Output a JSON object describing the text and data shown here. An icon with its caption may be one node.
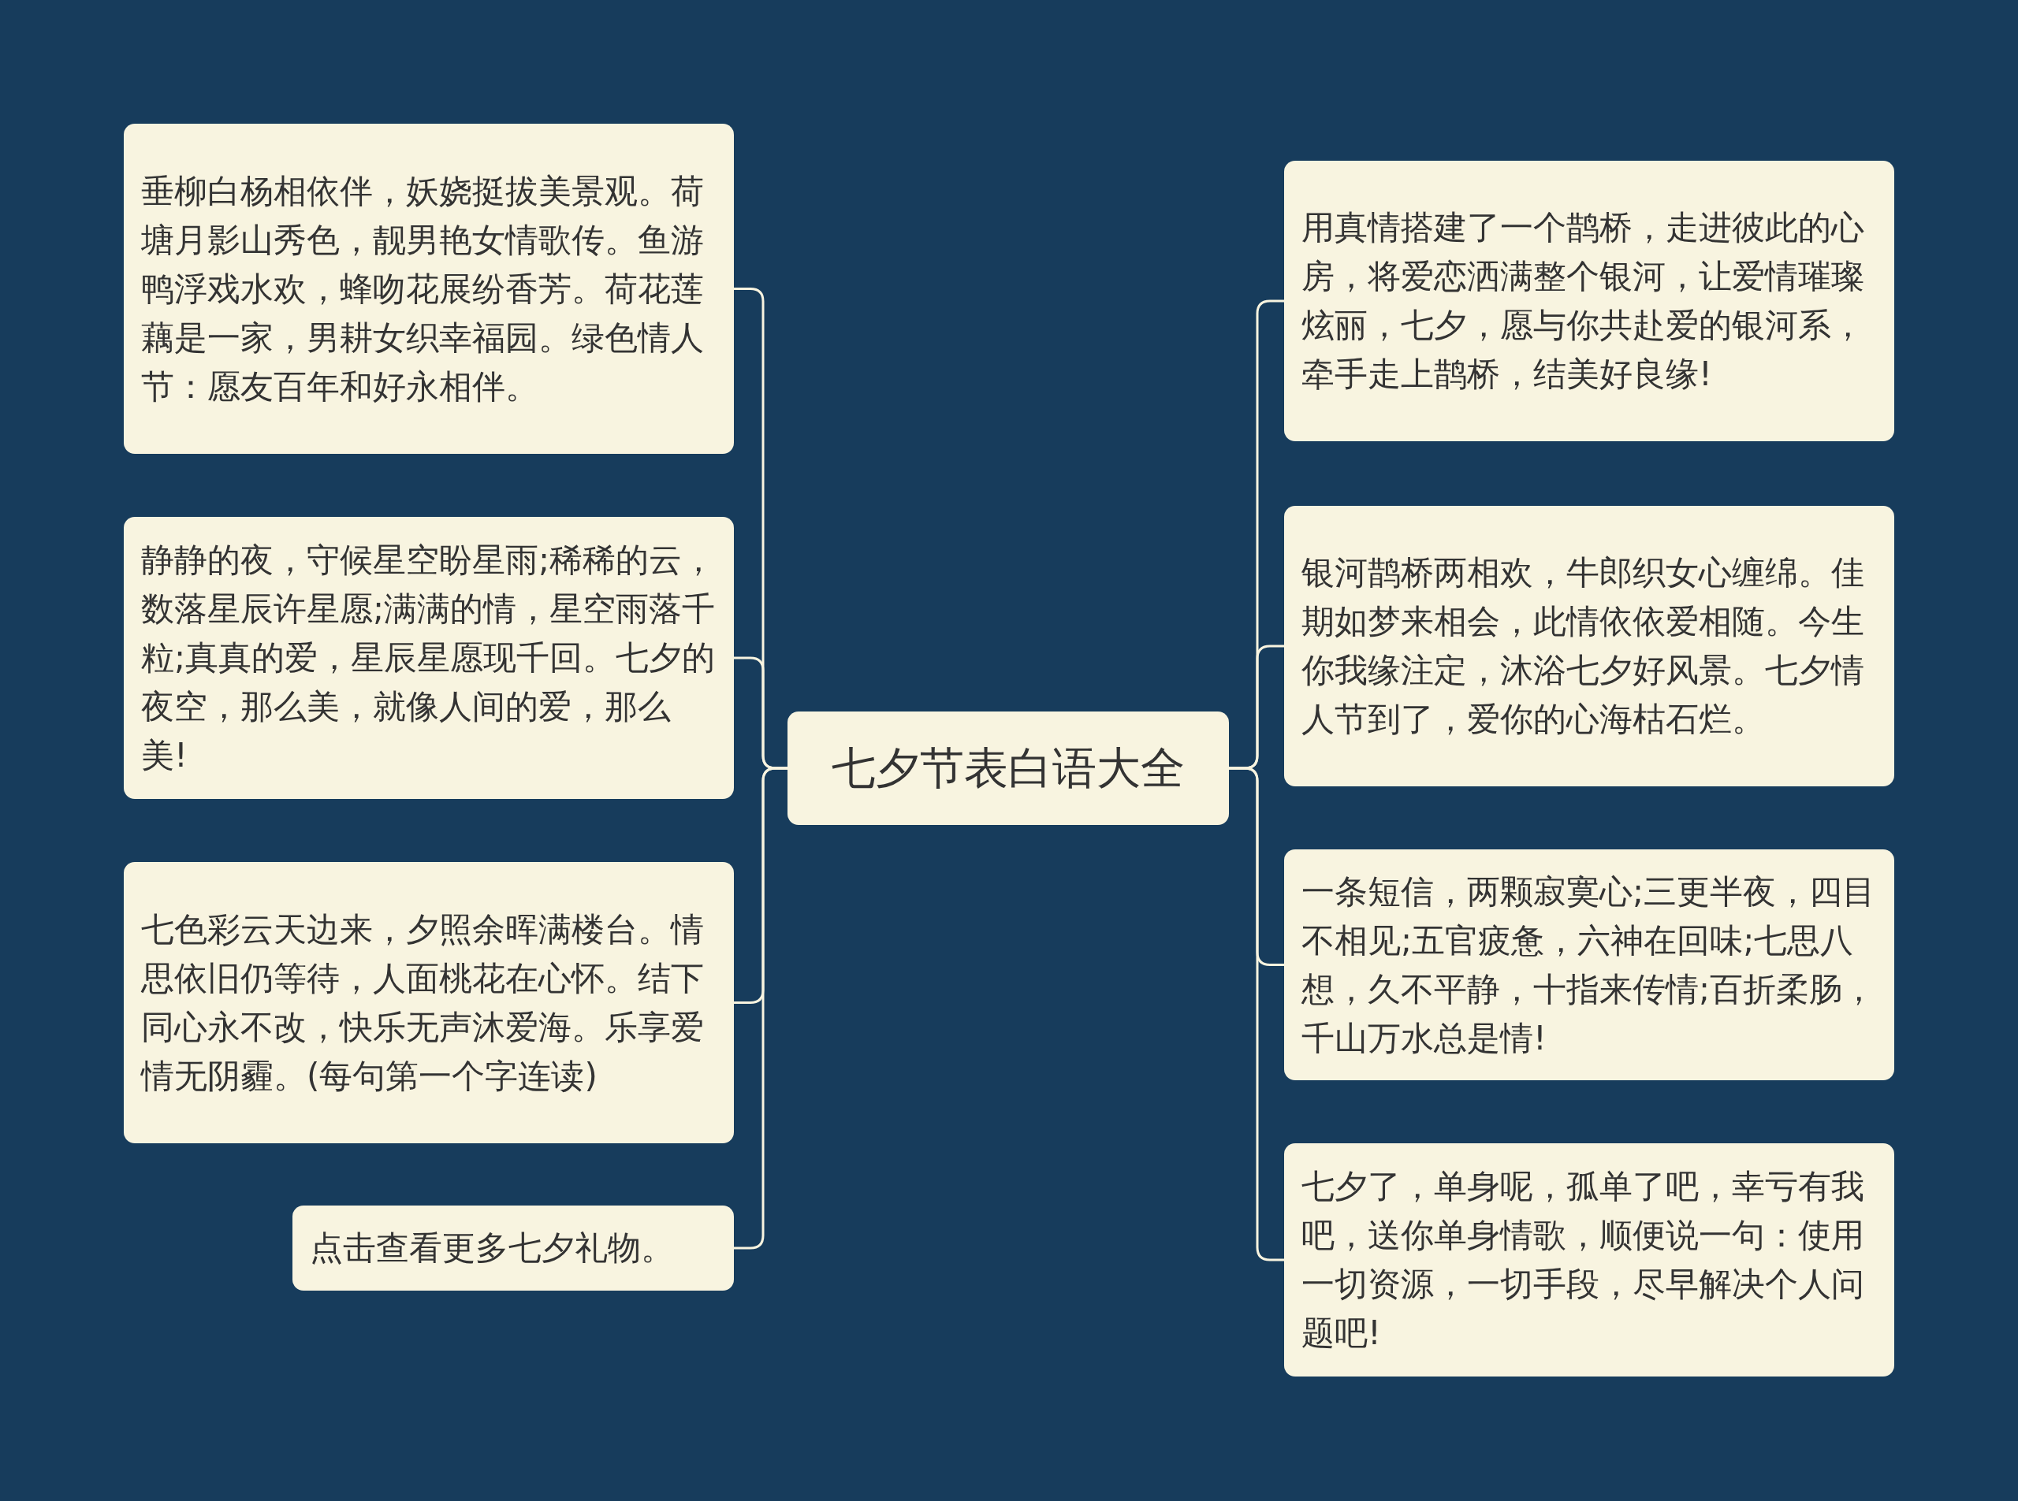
{
  "diagram": {
    "nodes": [
      {
        "text": [
          "七夕节表白语大全"
        ]
      },
      {
        "text": [
          "垂柳白杨相依伴，妖娆挺拔美景观。荷塘月影山秀色，靓男艳女情歌传。鱼游鸭浮戏水欢，蜂吻花展纷香芳。荷花莲藕是一家，男耕女织幸福园。绿色情人节：愿友百年和好永相伴。"
        ]
      },
      {
        "text": [
          "静静的夜，守候星空盼星雨;稀稀的云，数落星辰许星愿;满满的情，星空雨落千粒;真真的爱，星辰星愿现千回。七夕的夜空，那么美，就像人间的爱，那么美!"
        ]
      },
      {
        "text": [
          "七色彩云天边来，夕照余晖满楼台。情思依旧仍等待，人面桃花在心怀。结下同心永不改，快乐无声沐爱海。乐享爱情无阴霾。(每句第一个字连读)"
        ]
      },
      {
        "text": [
          "点击查看更多七夕礼物。"
        ]
      },
      {
        "text": [
          "用真情搭建了一个鹊桥，走进彼此的心房，将爱恋洒满整个银河，让爱情璀璨炫丽，七夕，愿与你共赴爱的银河系，牵手走上鹊桥，结美好良缘!"
        ]
      },
      {
        "text": [
          "银河鹊桥两相欢，牛郎织女心缠绵。佳期如梦来相会，此情依依爱相随。今生你我缘注定，沐浴七夕好风景。七夕情人节到了，爱你的心海枯石烂。"
        ]
      },
      {
        "text": [
          "一条短信，两颗寂寞心;三更半夜，四目不相见;五官疲惫，六神在回味;七思八想，久不平静，十指来传情;百折柔肠，千山万水总是情!"
        ]
      },
      {
        "text": [
          "七夕了，单身呢，孤单了吧，幸亏有我吧，送你单身情歌，顺便说一句：使用一切资源，一切手段，尽早解决个人问题吧!"
        ]
      }
    ],
    "edges": [
      {
        "from": 0,
        "to": 1,
        "arrow": "none"
      },
      {
        "from": 0,
        "to": 2,
        "arrow": "none"
      },
      {
        "from": 0,
        "to": 3,
        "arrow": "none"
      },
      {
        "from": 0,
        "to": 4,
        "arrow": "none"
      },
      {
        "from": 0,
        "to": 5,
        "arrow": "none"
      },
      {
        "from": 0,
        "to": 6,
        "arrow": "none"
      },
      {
        "from": 0,
        "to": 7,
        "arrow": "none"
      },
      {
        "from": 0,
        "to": 8,
        "arrow": "none"
      }
    ]
  }
}
